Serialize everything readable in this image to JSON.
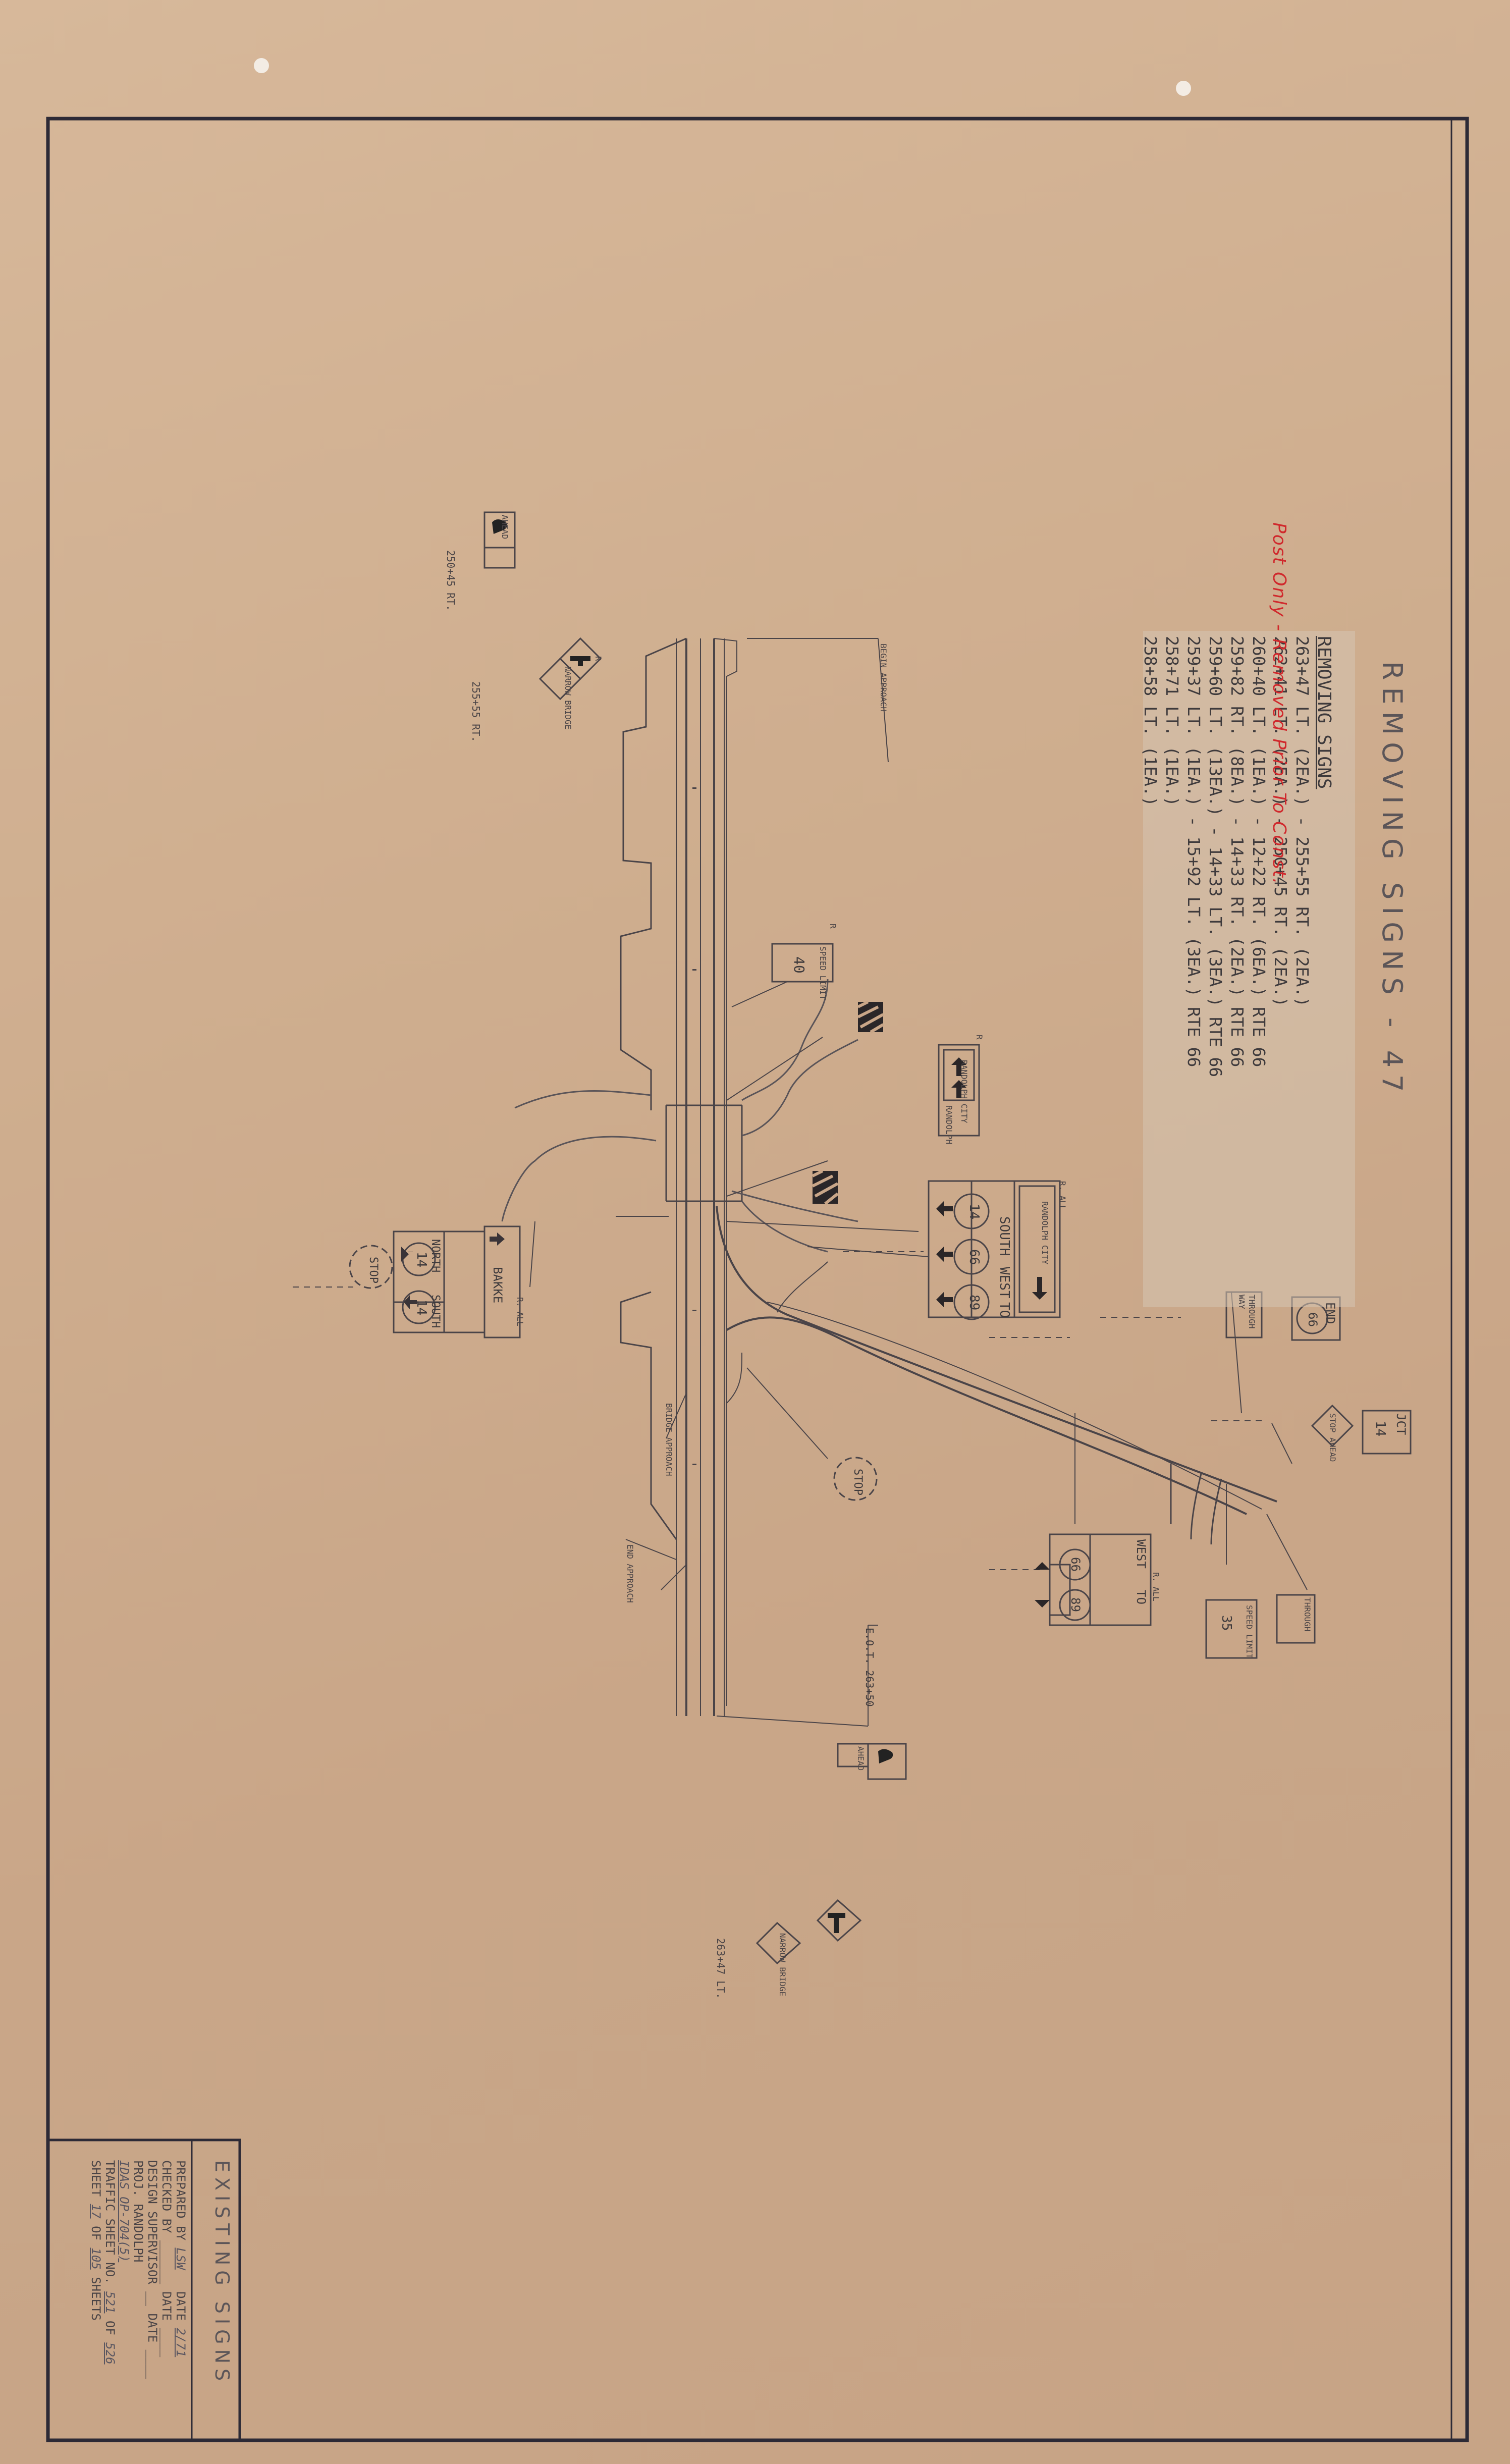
{
  "title": "REMOVING SIGNS - 47",
  "removing_signs": {
    "header": "REMOVING SIGNS",
    "rows": [
      "263+47 LT. (2EA.) - 255+55 RT. (2EA.)",
      "262+41 LT. (2EA.) - 250+45 RT. (2EA.)",
      "260+40 LT. (1EA.) - 12+22 RT. (6EA.) RTE 66",
      "259+82 RT. (8EA.) - 14+33 RT. (2EA.) RTE 66",
      "259+60 LT. (13EA.) - 14+33 LT. (3EA.) RTE 66",
      "259+37 LT. (1EA.) - 15+92 LT. (3EA.) RTE 66",
      "258+71 LT. (1EA.)",
      "258+58 LT. (1EA.)"
    ],
    "red_note": "Post Only - Removed Prior To Const."
  },
  "stations": {
    "s1": "250+45 RT.",
    "s2": "255+55 RT.",
    "s3": "263+47 LT."
  },
  "signs": {
    "right": "R",
    "r_all": "R. ALL",
    "stop": "STOP",
    "narrow_bridge": "NARROW BRIDGE",
    "ahead": "AHEAD",
    "speed_limit": "SPEED LIMIT",
    "speed_40": "40",
    "speed_35": "35",
    "randolph": "RANDOLPH",
    "randolph_city": "RANDOLPH CITY",
    "south": "SOUTH",
    "west": "WEST",
    "to": "TO",
    "north": "NORTH",
    "bakke": "BAKKE",
    "end": "END",
    "jct": "JCT",
    "stop_ahead": "STOP AHEAD",
    "through": "THROUGH",
    "way": "WAY",
    "r14": "14",
    "r66": "66",
    "r89": "89"
  },
  "road_notes": {
    "approach_1": "BEGIN APPROACH",
    "approach_2": "END APPROACH",
    "approach_3": "BRIDGE APPROACH",
    "station_note": "E.O.T. 263+50"
  },
  "title_block": {
    "title": "EXISTING SIGNS",
    "prepared_by": "PREPARED BY",
    "prepared_val": "LSW",
    "date": "DATE",
    "date_val": "2/71",
    "checked_by": "CHECKED BY",
    "design_supervisor": "DESIGN SUPERVISOR",
    "proj": "PROJ. RANDOLPH",
    "proj_val": "IDAS OP-704(5)",
    "traffic_sheet": "TRAFFIC SHEET NO.",
    "traffic_no": "521",
    "of": "OF",
    "traffic_total": "526",
    "sheet": "SHEET",
    "sheet_no": "17",
    "sheet_total": "105",
    "sheets": "SHEETS"
  },
  "colors": {
    "paper": "#cfae8f",
    "ink": "#3e3a3c",
    "red": "#d0282c"
  }
}
